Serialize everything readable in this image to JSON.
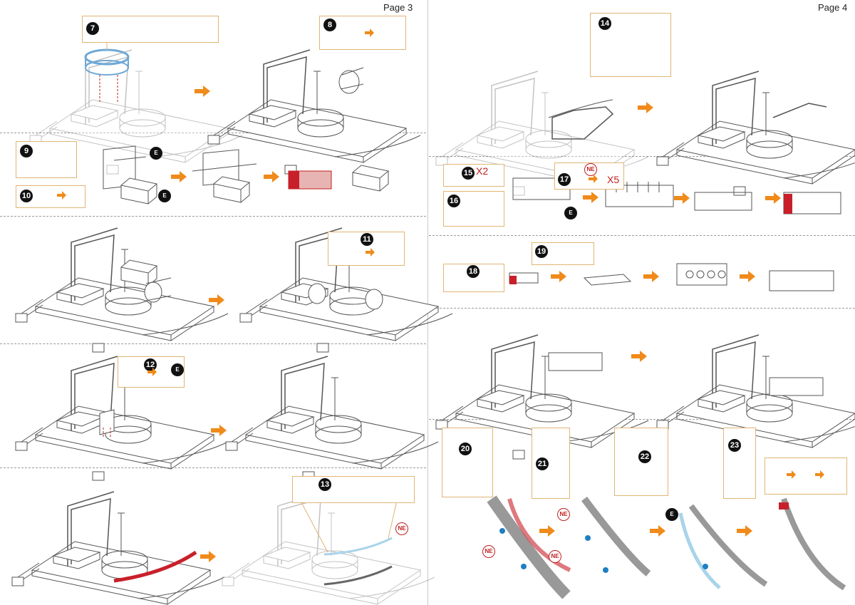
{
  "pages": {
    "left": "Page 3",
    "right": "Page 4"
  },
  "steps": {
    "s7": "7",
    "s8": "8",
    "s9": "9",
    "s10": "10",
    "s11": "11",
    "s12": "12",
    "s13": "13",
    "s14": "14",
    "s15": "15",
    "s16": "16",
    "s17": "17",
    "s18": "18",
    "s19": "19",
    "s20": "20",
    "s21": "21",
    "s22": "22",
    "s23": "23"
  },
  "markers": {
    "e": "E",
    "ne": "NE"
  },
  "multipliers": {
    "x2": "X2",
    "x5": "X5"
  },
  "colors": {
    "arrow": "#f08a1a",
    "callout_border": "#e0b574",
    "highlight_red": "#c8202a",
    "highlight_blue": "#a9d4ea",
    "highlight_orange": "#f0a040"
  }
}
